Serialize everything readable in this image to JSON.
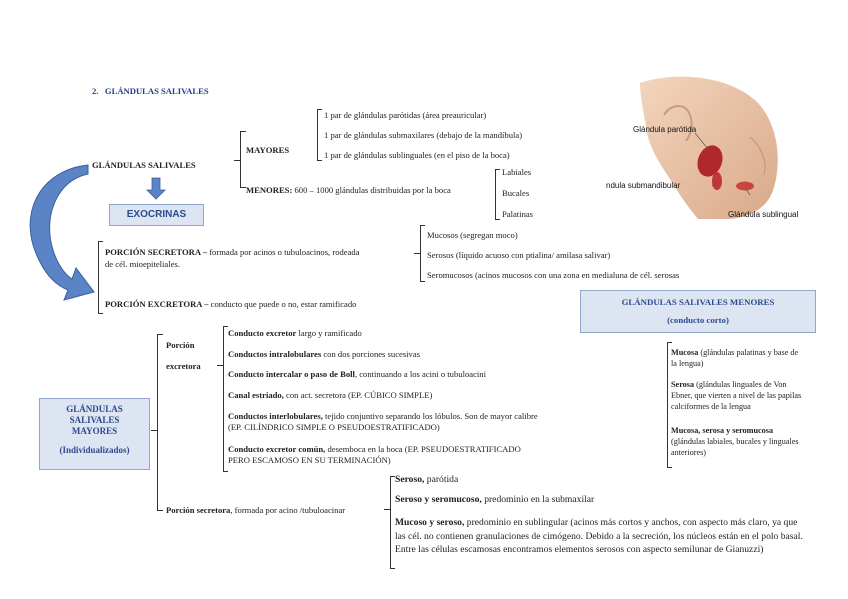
{
  "heading": {
    "number": "2.",
    "title": "GLÁNDULAS SALIVALES"
  },
  "root": {
    "label": "GLÁNDULAS SALIVALES"
  },
  "mayores": {
    "label": "MAYORES",
    "items": [
      "1 par de glándulas parótidas (área preauricular)",
      "1 par de glándulas submaxilares (debajo de la mandíbula)",
      "1 par de glándulas sublinguales (en el piso de la boca)"
    ]
  },
  "menores": {
    "label": "MENORES:",
    "text": "600 – 1000 glándulas distribuidas por la boca",
    "items": [
      "Labiales",
      "Bucales",
      "Palatinas"
    ]
  },
  "exocrinas": {
    "label": "EXOCRINAS"
  },
  "porcion_secretora": {
    "label": "PORCIÓN SECRETORA –",
    "text1": "formada por acinos o tubuloacinos, rodeada",
    "text2": "de cél. mioepiteliales.",
    "items": [
      "Mucosos (segregan moco)",
      "Serosos (líquido acuoso con ptialina/ amilasa salivar)",
      "Seromucosos (acinos mucosos con una zona en medialuna de cél. serosas"
    ]
  },
  "porcion_excretora": {
    "label": "PORCIÓN EXCRETORA –",
    "text": "conducto que puede o no, estar ramificado"
  },
  "illustration": {
    "labels": [
      "Glándula parótida",
      "ndula submandibular",
      "Glándula sublingual"
    ]
  },
  "menores_box": {
    "title": "GLÁNDULAS SALIVALES MENORES",
    "subtitle": "(conducto corto)",
    "items": [
      {
        "bold": "Mucosa",
        "text": " (glándulas palatinas y base de la lengua)"
      },
      {
        "bold": "Serosa",
        "text": " (glándulas linguales de Von Ebner, que vierten a nivel de las papilas calciformes de la lengua"
      },
      {
        "bold": "Mucosa, serosa y seromucosa",
        "text": " (glándulas labiales, bucales y linguales anteriores)"
      }
    ]
  },
  "mayores_box": {
    "line1": "GLÁNDULAS",
    "line2": "SALIVALES",
    "line3": "MAYORES",
    "line4": "(Individualizados)"
  },
  "excretora_detail": {
    "label1": "Porción",
    "label2": "excretora",
    "items": [
      {
        "bold": "Conducto excretor",
        "text": " largo y ramificado"
      },
      {
        "bold": "Conductos intralobulares",
        "text": " con dos porciones sucesivas"
      },
      {
        "bold": "Conducto intercalar o paso de Boll",
        "text": ", continuando a los acini o tubuloacini"
      },
      {
        "bold": "Canal estriado,",
        "text": " con act. secretora (EP. CÚBICO SIMPLE)"
      },
      {
        "bold": "Conductos interlobulares,",
        "text": " tejido conjuntivo separando los lóbulos. Son de mayor calibre",
        "text2": "(EP. CILÍNDRICO SIMPLE O PSEUDOESTRATIFICADO)"
      },
      {
        "bold": "Conducto excretor común,",
        "text": " desemboca en la boca (EP. PSEUDOESTRATIFICADO",
        "text2": "PERO ESCAMOSO EN SU TERMINACIÓN)"
      }
    ]
  },
  "secretora_detail": {
    "bold": "Porción secretora",
    "text": ", formada por acino /tubuloacinar",
    "items": [
      {
        "bold": "Seroso,",
        "text": " parótida"
      },
      {
        "bold": "Seroso y seromucoso,",
        "text": " predominio en la submaxilar"
      },
      {
        "bold": "Mucoso y seroso,",
        "text": " predominio en sublingular (acinos más cortos y anchos, con aspecto más claro, ya que las cél. no contienen granulaciones de cimógeno. Debido a la secreción, los núcleos están en el polo basal. Entre las células escamosas encontramos elementos serosos con aspecto semilunar de Gianuzzi)"
      }
    ]
  },
  "colors": {
    "accent": "#1f3f86",
    "box_fill": "#dde5f2",
    "box_border": "#8fa6cf",
    "arrow": "#4a72b8"
  }
}
